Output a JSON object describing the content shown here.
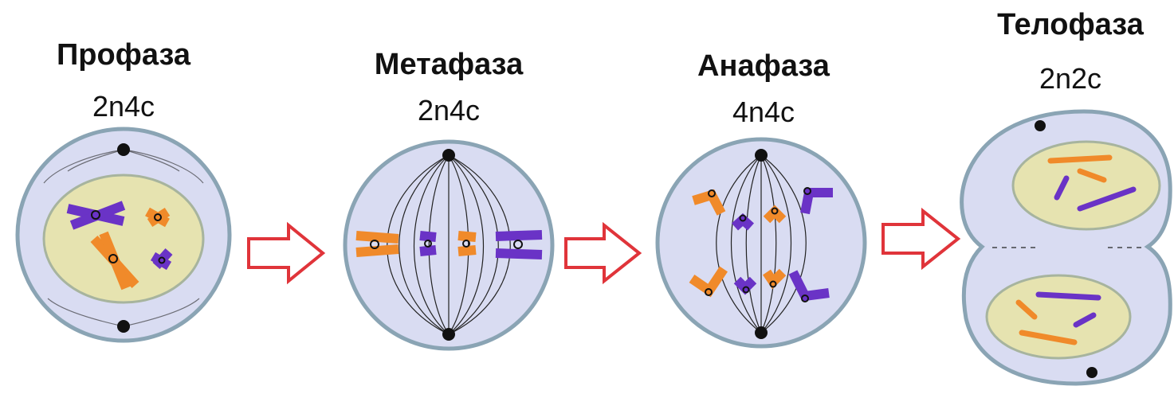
{
  "stages": [
    {
      "title": "Профаза",
      "formula": "2n4c"
    },
    {
      "title": "Метафаза",
      "formula": "2n4c"
    },
    {
      "title": "Анафаза",
      "formula": "4n4c"
    },
    {
      "title": "Телофаза",
      "formula": "2n2c"
    }
  ],
  "colors": {
    "cell_fill": "#d9dcf2",
    "cell_border": "#8aa4b4",
    "nucleus_fill": "#e6e3b0",
    "chromosome_orange": "#f08a2a",
    "chromosome_purple": "#6a33c6",
    "arrow": "#e0343a"
  }
}
